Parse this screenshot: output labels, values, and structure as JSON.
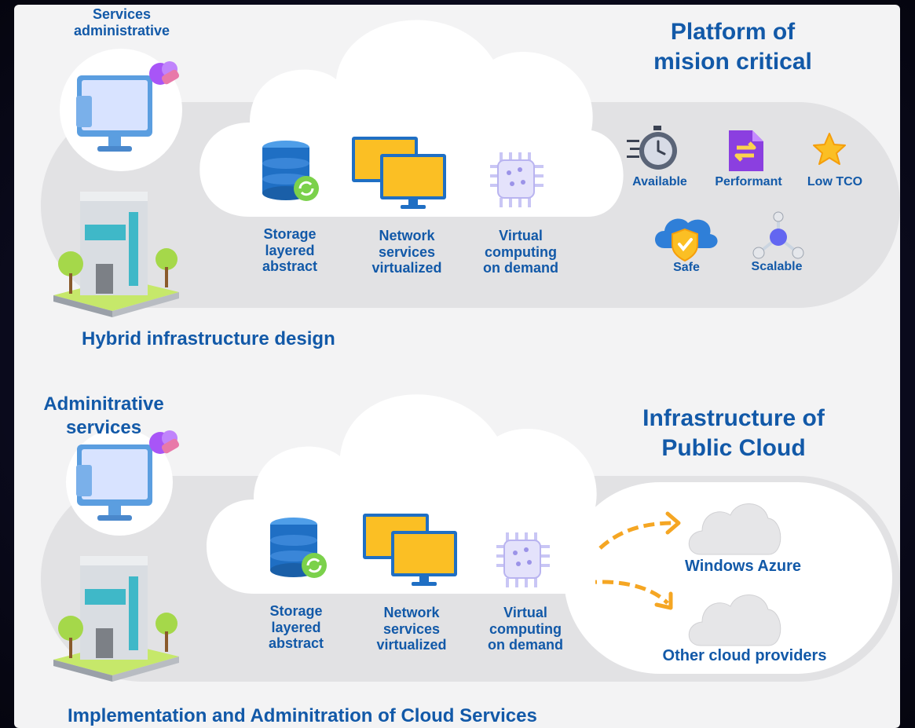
{
  "section1": {
    "title_line1": "Platform of",
    "title_line2": "mision critical",
    "admin_line1": "Services",
    "admin_line2": "administrative",
    "cloud_items": [
      {
        "l1": "Storage",
        "l2": "layered",
        "l3": "abstract"
      },
      {
        "l1": "Network",
        "l2": "services",
        "l3": "virtualized"
      },
      {
        "l1": "Virtual",
        "l2": "computing",
        "l3": "on demand"
      }
    ],
    "features": [
      "Available",
      "Performant",
      "Low TCO",
      "Safe",
      "Scalable"
    ],
    "caption": "Hybrid infrastructure design"
  },
  "section2": {
    "title_line1": "Infrastructure of",
    "title_line2": "Public Cloud",
    "admin_line1": "Adminitrative",
    "admin_line2": "services",
    "cloud_items": [
      {
        "l1": "Storage",
        "l2": "layered",
        "l3": "abstract"
      },
      {
        "l1": "Network",
        "l2": "services",
        "l3": "virtualized"
      },
      {
        "l1": "Virtual",
        "l2": "computing",
        "l3": "on demand"
      }
    ],
    "providers": [
      "Windows Azure",
      "Other cloud providers"
    ],
    "caption": "Implementation and Adminitration of Cloud Services"
  },
  "colors": {
    "accent": "#1259a8",
    "arrow": "#f5a623",
    "monitor": "#fbbf24",
    "band": "#e2e2e4"
  }
}
